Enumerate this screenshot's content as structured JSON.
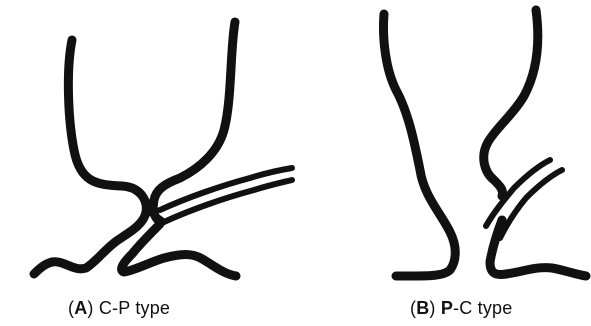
{
  "panels": [
    {
      "letter": "A",
      "type_first": "C",
      "type_sep": "-",
      "type_second": "P",
      "type_word": "type"
    },
    {
      "letter": "B",
      "type_first": "P",
      "type_sep": "-",
      "type_second": "C",
      "type_word": "type"
    }
  ],
  "colors": {
    "ink": "#111111",
    "background": "#ffffff"
  }
}
